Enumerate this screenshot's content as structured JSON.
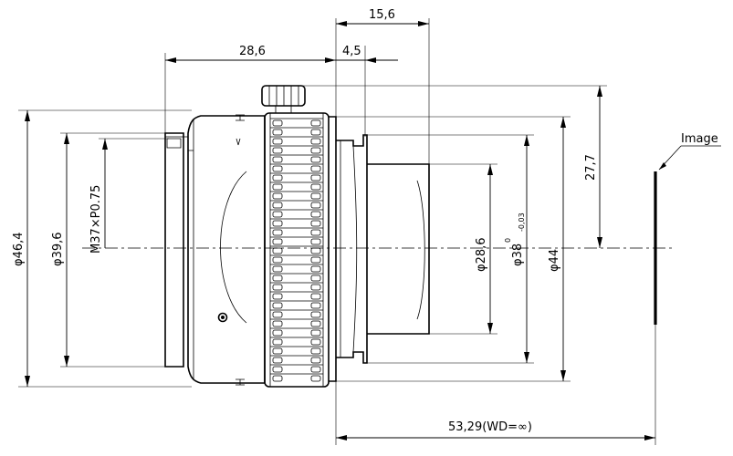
{
  "dimensions": {
    "top_length_overall": "15,6",
    "flange_length": "28,6",
    "step_length": "4,5",
    "filter_thread": "M37×P0.75",
    "outer_diameter": "φ46,4",
    "body_diameter": "φ39,6",
    "front_diameter": "φ28,6",
    "rear_diameter": "φ38",
    "rear_diameter_tolerance_upper": "0",
    "rear_diameter_tolerance_lower": "-0,03",
    "mount_diameter": "φ44",
    "screw_height": "27,7",
    "working_distance": "53,29(WD=∞)"
  },
  "labels": {
    "image_plane": "Image"
  },
  "colors": {
    "line": "#000000",
    "background": "#ffffff"
  }
}
